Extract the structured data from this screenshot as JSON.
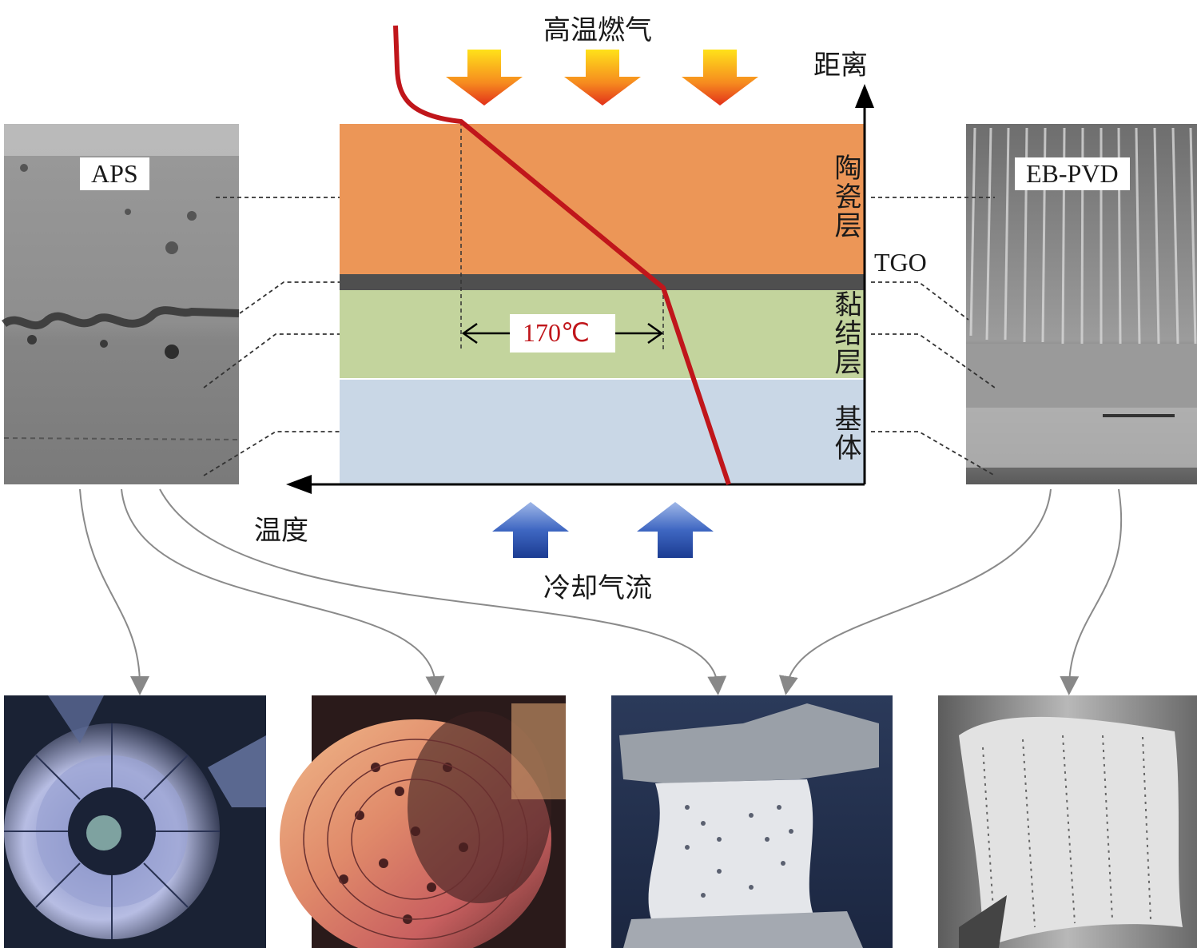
{
  "top_label": "高温燃气",
  "bottom_label": "冷却气流",
  "y_axis_label": "距离",
  "x_axis_label": "温度",
  "layers": {
    "ceramic": "陶瓷层",
    "tgo": "TGO",
    "bond": "黏结层",
    "substrate": "基体"
  },
  "temperature_drop": "170℃",
  "left_micrograph_label": "APS",
  "right_micrograph_label": "EB-PVD",
  "colors": {
    "ceramic": "#ec9657",
    "tgo": "#4f4f4f",
    "bond": "#c3d49d",
    "substrate": "#c9d7e6",
    "temperature_curve": "#c0161b",
    "hot_arrow": "#f07a16",
    "cool_arrow": "#2f52a6"
  },
  "icons": {
    "hot_gas": "down-arrow-icon",
    "cooling": "up-arrow-icon"
  }
}
